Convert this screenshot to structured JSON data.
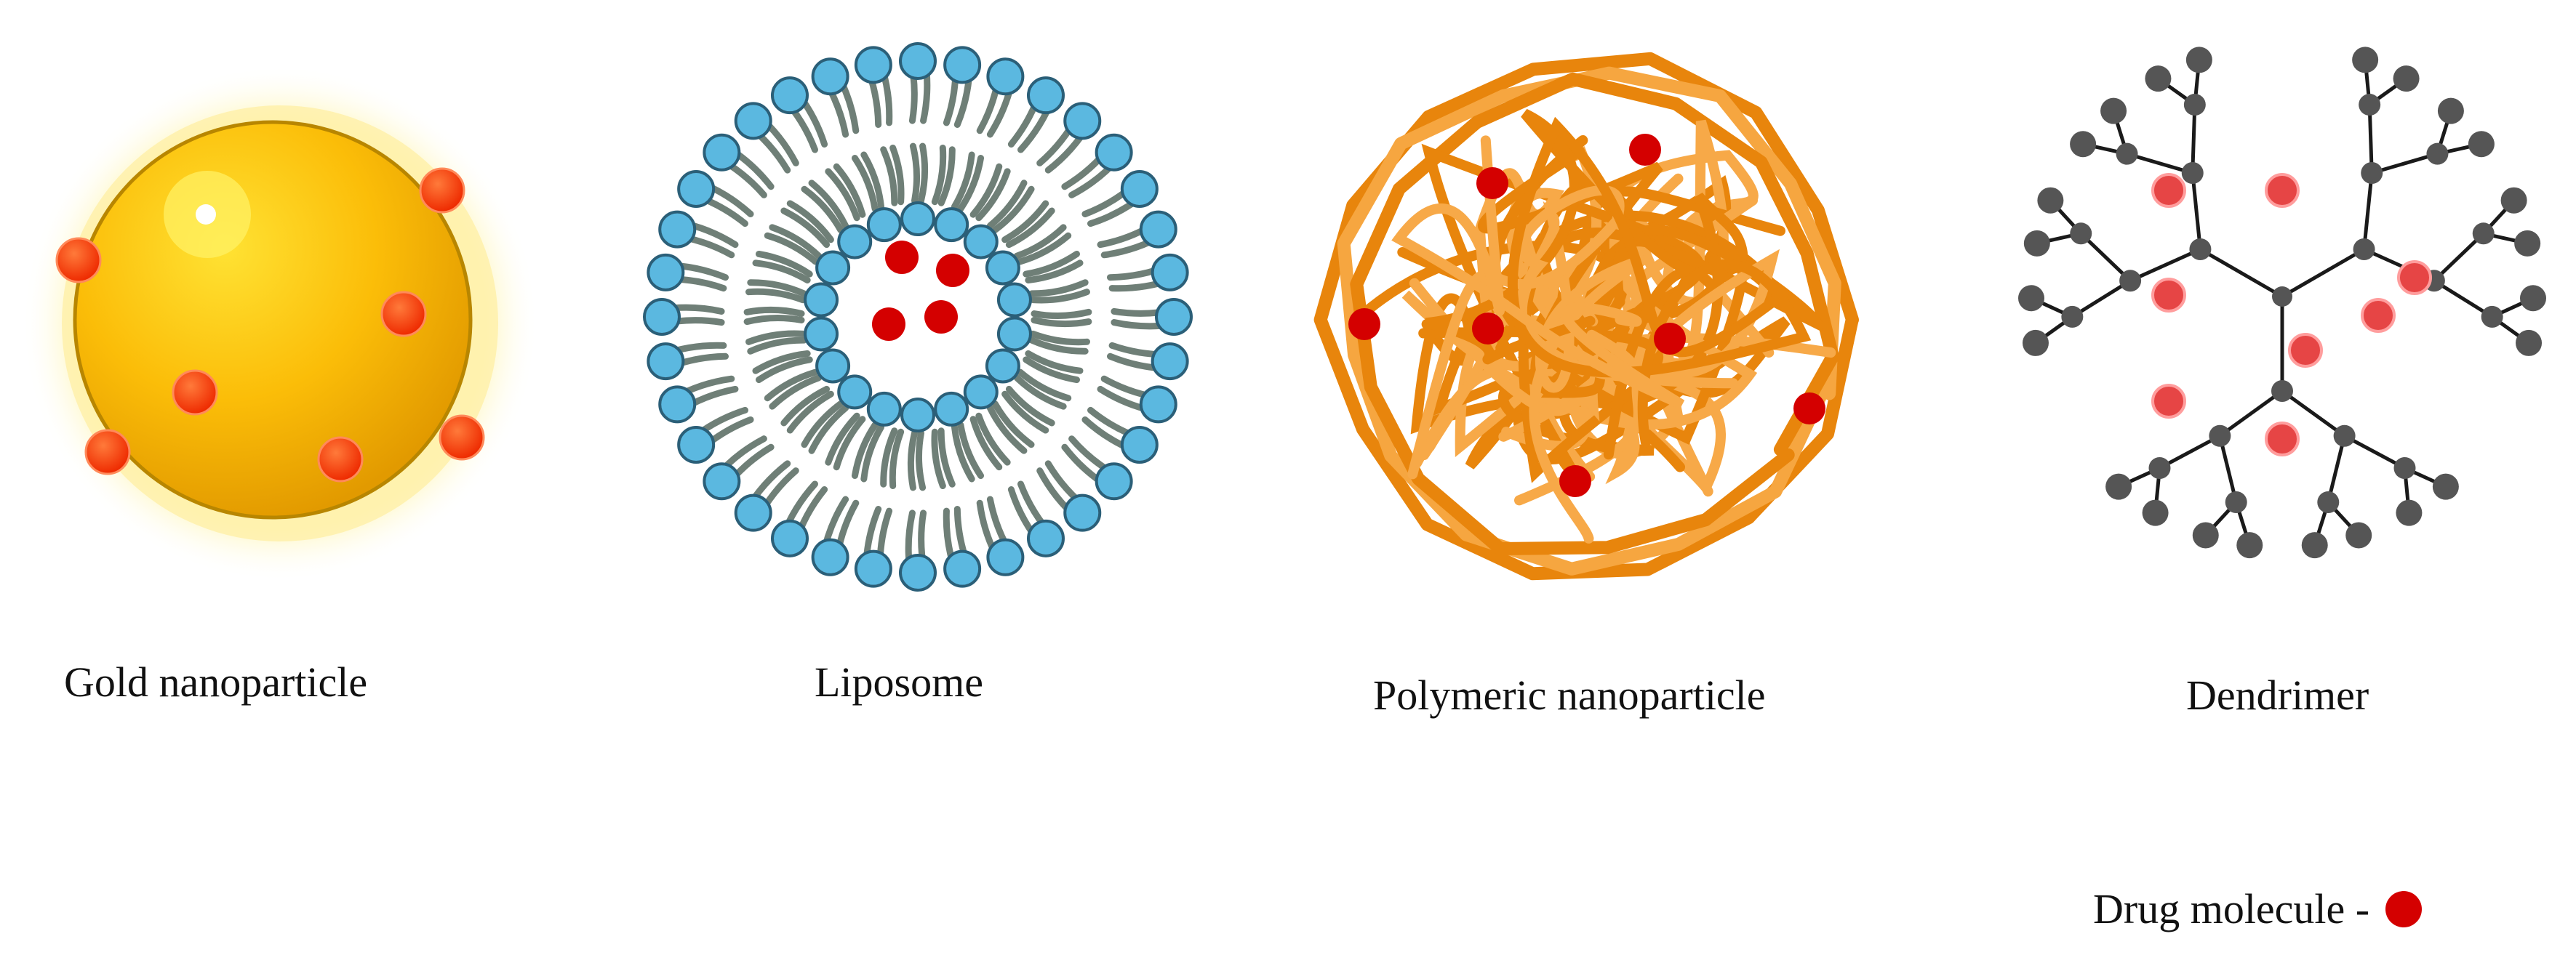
{
  "labels": {
    "gold": "Gold nanoparticle",
    "liposome": "Liposome",
    "polymeric": "Polymeric nanoparticle",
    "dendrimer": "Dendrimer"
  },
  "legend": {
    "text": "Drug molecule -"
  },
  "colors": {
    "drug": "#d40000",
    "drug_gold": "#ff4a1f",
    "gold_core": "#f5b800",
    "gold_halo": "#fff6b3",
    "lipid_head": "#5bb8e0",
    "lipid_tail": "#6f7f77",
    "polymer": "#e8850c",
    "dendrimer_node": "#555555"
  },
  "structures": {
    "gold_drug_count": 7,
    "liposome_outer_heads": 36,
    "liposome_inner_heads": 18,
    "liposome_drug_count": 4,
    "polymeric_drug_count": 7,
    "dendrimer_branches": 3,
    "dendrimer_drug_count": 8
  }
}
